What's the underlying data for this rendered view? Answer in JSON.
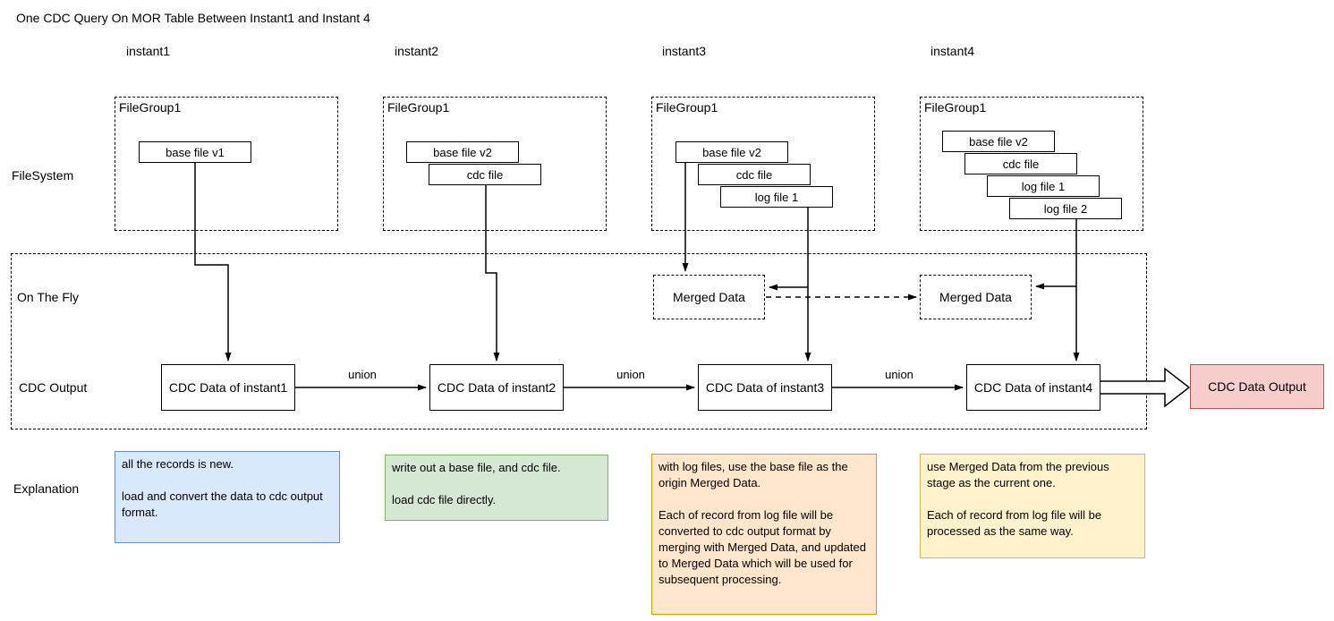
{
  "title": "One CDC Query On MOR Table Between Instant1 and Instant 4",
  "row_labels": {
    "filesystem": "FileSystem",
    "on_the_fly": "On The Fly",
    "cdc_output": "CDC Output",
    "explanation": "Explanation"
  },
  "instants": [
    "instant1",
    "instant2",
    "instant3",
    "instant4"
  ],
  "file_groups": [
    {
      "label": "FileGroup1",
      "files": [
        "base file v1"
      ]
    },
    {
      "label": "FileGroup1",
      "files": [
        "base file v2",
        "cdc file"
      ]
    },
    {
      "label": "FileGroup1",
      "files": [
        "base file v2",
        "cdc file",
        "log file 1"
      ]
    },
    {
      "label": "FileGroup1",
      "files": [
        "base file v2",
        "cdc file",
        "log file 1",
        "log file 2"
      ]
    }
  ],
  "merged_data_label": "Merged Data",
  "cdc_boxes": [
    "CDC Data of instant1",
    "CDC Data of instant2",
    "CDC Data of instant3",
    "CDC Data of instant4"
  ],
  "union_label": "union",
  "output_box": {
    "label": "CDC Data Output",
    "fill": "#f8cecc",
    "border": "#b85450"
  },
  "explanations": [
    {
      "text": "all the records is new.\n\nload and convert the data to cdc output format.",
      "fill": "#dae8fc",
      "border": "#6c8ebf"
    },
    {
      "text": "write out a base file, and cdc file.\n\nload cdc file directly.",
      "fill": "#d5e8d4",
      "border": "#82b366"
    },
    {
      "text": "with log files, use the base file as the origin Merged Data.\n\nEach of record from log file will be converted to cdc output format by merging with Merged Data, and updated to Merged Data which will be used for subsequent processing.",
      "fill": "#ffe6cc",
      "border": "#d79b00"
    },
    {
      "text": "use Merged Data from the previous stage as the current one.\n\nEach of record from log file will be processed as the same way.",
      "fill": "#fff2cc",
      "border": "#d6b656"
    }
  ],
  "line_color": "#000000"
}
